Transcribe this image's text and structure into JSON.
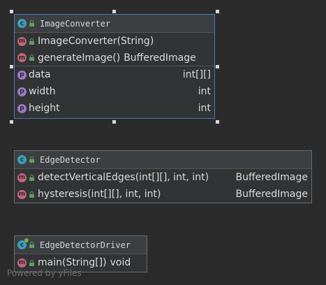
{
  "footer_text": "Powered by yFiles",
  "nodes": {
    "image_converter": {
      "name": "ImageConverter",
      "methods": [
        {
          "badge": "m",
          "name": "ImageConverter(String)",
          "type": ""
        },
        {
          "badge": "m",
          "name": "generateImage()",
          "type": "BufferedImage"
        }
      ],
      "fields": [
        {
          "badge": "p",
          "name": "data",
          "type": "int[][]"
        },
        {
          "badge": "p",
          "name": "width",
          "type": "int"
        },
        {
          "badge": "p",
          "name": "height",
          "type": "int"
        }
      ]
    },
    "edge_detector": {
      "name": "EdgeDetector",
      "methods": [
        {
          "badge": "m",
          "name": "detectVerticalEdges(int[][], int, int)",
          "type": "BufferedImage"
        },
        {
          "badge": "m",
          "name": "hysteresis(int[][], int, int)",
          "type": "BufferedImage"
        }
      ]
    },
    "edge_detector_driver": {
      "name": "EdgeDetectorDriver",
      "methods": [
        {
          "badge": "m",
          "name": "main(String[])",
          "type": "void"
        }
      ]
    }
  },
  "colors": {
    "background": "#2b2b2b",
    "selection_border": "#4a7ab8",
    "class_badge": "#3d9fb8",
    "method_badge": "#c2677a",
    "field_badge": "#9b78c9",
    "lock_icon": "#5fa05f"
  }
}
